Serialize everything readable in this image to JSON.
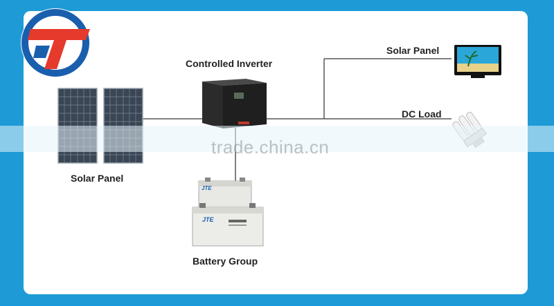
{
  "labels": {
    "controlled_inverter": "Controlled Inverter",
    "solar_panel_top": "Solar Panel",
    "dc_load": "DC Load",
    "solar_panel_left": "Solar Panel",
    "battery_group": "Battery Group"
  },
  "watermark": "trade.china.cn",
  "battery_brand": "JTE",
  "colors": {
    "background": "#1e9bd7",
    "logo_blue": "#1a5fae",
    "logo_red": "#e63a2c",
    "line": "#555555"
  }
}
